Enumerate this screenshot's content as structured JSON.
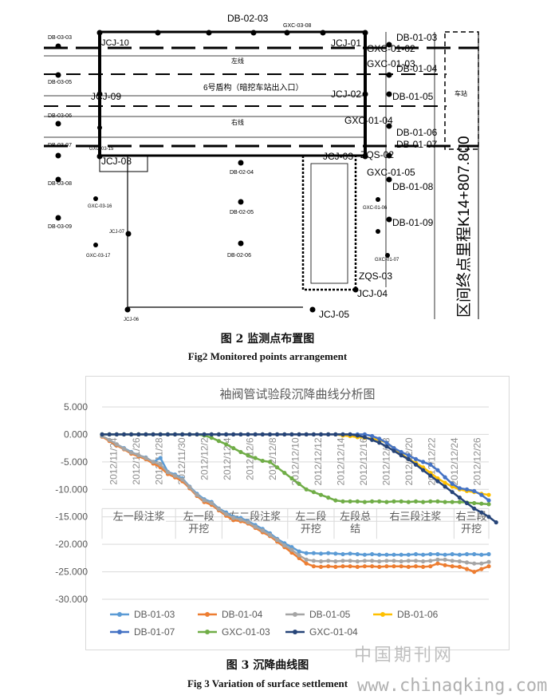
{
  "figure2": {
    "caption_cn": "图 2    监测点布置图",
    "caption_en": "Fig2 Monitored points arrangement",
    "mileage_label": "区间终点里程K14+807.800",
    "labels": {
      "db_02_03": "DB-02-03",
      "gxc_03_08": "GXC-03-08",
      "jcj_10": "JCJ-10",
      "jcj_01": "JCJ-01",
      "db_01_03": "DB-01-03",
      "gxc_01_02": "GXC-01-02",
      "gxc_01_03": "GXC-01-03",
      "db_01_04": "DB-01-04",
      "jcj_09": "JCJ-09",
      "jcj_02": "JCJ-02",
      "db_01_05": "DB-01-05",
      "gxc_01_04": "GXC-01-04",
      "db_01_06": "DB-01-06",
      "db_01_07": "DB-01-07",
      "jcj_08": "JCJ-08",
      "jcj_03": "JCJ-03",
      "zqs_02": "ZQS-02",
      "gxc_01_05": "GXC-01-05",
      "db_01_08": "DB-01-08",
      "db_01_09": "DB-01-09",
      "zqs_03": "ZQS-03",
      "jcj_04": "JCJ-04",
      "jcj_05": "JCJ-05",
      "db_03_03": "DB-03-03",
      "db_03_05": "DB-03-05",
      "db_03_06": "DB-03-06",
      "db_03_07": "DB-03-07",
      "db_03_08": "DB-03-08",
      "db_03_09": "DB-03-09",
      "db_02_04": "DB-02-04",
      "db_02_05": "DB-02-05",
      "db_02_06": "DB-02-06",
      "gxc_03_15": "GXC-03-15",
      "gxc_03_16": "GXC-03-16",
      "gxc_03_17": "GXC-03-17",
      "jcj_07": "JCJ-07",
      "jcj_06": "JCJ-06",
      "gxc_01_06": "GXC-01-06",
      "gxc_01_07": "GXC-01-07",
      "left_line": "左线",
      "right_line": "右线",
      "station": "6号盾构（暗挖车站出入口）",
      "tunnel_end": "车站"
    }
  },
  "figure3": {
    "caption_cn": "图 3    沉降曲线图",
    "caption_en": "Fig 3 Variation of surface settlement"
  },
  "watermark": {
    "cn": "中国期刊网",
    "url": "www.chinaqking.com"
  },
  "colors": {
    "DB-01-03": "#5b9bd5",
    "DB-01-04": "#ed7d31",
    "DB-01-05": "#a5a5a5",
    "DB-01-06": "#ffc000",
    "DB-01-07": "#4472c4",
    "GXC-01-03": "#70ad47",
    "GXC-01-04": "#264478"
  },
  "chart_data": {
    "type": "line",
    "title": "袖阀管试验段沉降曲线分析图",
    "ylim": [
      -30,
      5
    ],
    "yticks": [
      "5.000",
      "0.000",
      "-5.000",
      "-10.000",
      "-15.000",
      "-20.000",
      "-25.000",
      "-30.000"
    ],
    "x_tick_labels": [
      "2012/11/24",
      "2012/11/26",
      "2012/11/28",
      "2012/11/30",
      "2012/12/2",
      "2012/12/4",
      "2012/12/6",
      "2012/12/8",
      "2012/12/10",
      "2012/12/12",
      "2012/12/14",
      "2012/12/16",
      "2012/12/18",
      "2012/12/20",
      "2012/12/22",
      "2012/12/24",
      "2012/12/26"
    ],
    "phases": [
      {
        "line1": "左一段注浆",
        "line2": ""
      },
      {
        "line1": "左一段",
        "line2": "开挖"
      },
      {
        "line1": "左二段注浆",
        "line2": ""
      },
      {
        "line1": "左二段",
        "line2": "开挖"
      },
      {
        "line1": "左段总",
        "line2": "结"
      },
      {
        "line1": "右三段注浆",
        "line2": ""
      },
      {
        "line1": "右三段",
        "line2": "开挖"
      }
    ],
    "grid": true,
    "legend_position": "bottom",
    "series": [
      {
        "name": "DB-01-03",
        "values": [
          -0.3,
          -1.0,
          -1.8,
          -2.5,
          -3.2,
          -3.8,
          -4.2,
          -5.0,
          -4.3,
          -6.8,
          -7.3,
          -8.0,
          -9.5,
          -10.8,
          -11.8,
          -12.3,
          -13.5,
          -14.2,
          -15.0,
          -15.2,
          -15.8,
          -16.5,
          -17.2,
          -18.0,
          -19.0,
          -19.8,
          -20.5,
          -21.3,
          -21.6,
          -21.6,
          -21.7,
          -21.6,
          -21.7,
          -21.8,
          -21.7,
          -21.8,
          -21.9,
          -21.8,
          -21.9,
          -21.9,
          -21.9,
          -21.9,
          -21.9,
          -21.8,
          -21.9,
          -21.8,
          -21.8,
          -21.9,
          -21.8,
          -21.9,
          -21.8,
          -21.8,
          -21.9,
          -21.8
        ]
      },
      {
        "name": "DB-01-04",
        "values": [
          -0.4,
          -1.2,
          -2.0,
          -2.7,
          -3.5,
          -4.0,
          -4.5,
          -5.3,
          -6.0,
          -7.2,
          -7.8,
          -8.5,
          -9.8,
          -11.2,
          -12.3,
          -12.8,
          -13.8,
          -14.8,
          -15.6,
          -15.8,
          -16.2,
          -17.0,
          -17.8,
          -18.5,
          -19.5,
          -20.5,
          -21.5,
          -22.5,
          -23.5,
          -24.0,
          -24.1,
          -24.0,
          -24.1,
          -24.0,
          -24.0,
          -24.1,
          -24.0,
          -24.0,
          -24.1,
          -24.0,
          -24.0,
          -24.0,
          -24.1,
          -24.0,
          -24.1,
          -24.0,
          -23.5,
          -23.8,
          -24.0,
          -24.1,
          -24.5,
          -25.0,
          -24.5,
          -24.0
        ]
      },
      {
        "name": "DB-01-05",
        "values": [
          -0.3,
          -1.0,
          -1.8,
          -2.6,
          -3.3,
          -3.8,
          -4.3,
          -5.0,
          -5.5,
          -6.9,
          -7.5,
          -8.2,
          -9.6,
          -11.0,
          -12.0,
          -12.5,
          -13.6,
          -14.5,
          -15.2,
          -15.5,
          -16.0,
          -16.8,
          -17.5,
          -18.3,
          -19.2,
          -20.2,
          -21.0,
          -22.0,
          -22.8,
          -23.0,
          -23.1,
          -23.0,
          -23.1,
          -23.0,
          -23.0,
          -23.1,
          -23.0,
          -23.0,
          -23.1,
          -23.0,
          -23.0,
          -23.1,
          -23.0,
          -23.0,
          -23.1,
          -23.0,
          -22.8,
          -22.8,
          -23.0,
          -23.1,
          -23.3,
          -23.5,
          -23.5,
          -23.2
        ]
      },
      {
        "name": "DB-01-06",
        "values": [
          0,
          0,
          0,
          0,
          0,
          0,
          0,
          0,
          0,
          0,
          0,
          0,
          0,
          0,
          0,
          0,
          0,
          0,
          0,
          0,
          0,
          0,
          0,
          0,
          0,
          0,
          0,
          0,
          0,
          0,
          0,
          0,
          0,
          -0.2,
          -0.3,
          -0.5,
          -0.6,
          -0.8,
          -1.0,
          -1.5,
          -2.5,
          -3.5,
          -4.5,
          -5.2,
          -6.0,
          -7.0,
          -8.0,
          -8.8,
          -9.5,
          -10.0,
          -10.3,
          -10.5,
          -10.8,
          -11.0
        ]
      },
      {
        "name": "DB-01-07",
        "values": [
          0,
          0,
          0,
          0,
          0,
          0,
          0,
          0,
          0,
          0,
          0,
          0,
          0,
          0,
          0,
          0,
          0,
          0,
          0,
          0,
          0,
          0,
          0,
          0,
          0,
          0,
          0,
          0,
          0,
          0,
          0,
          0,
          0,
          0,
          0,
          0,
          0,
          -0.3,
          -0.8,
          -1.5,
          -2.5,
          -3.2,
          -3.8,
          -4.5,
          -5.0,
          -5.5,
          -6.5,
          -7.8,
          -9.0,
          -9.8,
          -10.0,
          -10.3,
          -11.0,
          -12.0
        ]
      },
      {
        "name": "GXC-01-03",
        "values": [
          0,
          0,
          0,
          0,
          0,
          0,
          0,
          0,
          0,
          0,
          0,
          0,
          0,
          0,
          -0.2,
          -0.6,
          -1.2,
          -1.8,
          -2.5,
          -3.2,
          -3.8,
          -4.3,
          -4.8,
          -5.0,
          -6.0,
          -7.0,
          -8.0,
          -9.0,
          -10.0,
          -10.5,
          -11.0,
          -11.5,
          -12.0,
          -12.2,
          -12.2,
          -12.2,
          -12.3,
          -12.2,
          -12.2,
          -12.3,
          -12.2,
          -12.2,
          -12.3,
          -12.2,
          -12.3,
          -12.2,
          -12.2,
          -12.3,
          -12.3,
          -12.3,
          -12.4,
          -12.5,
          -12.6,
          -12.7
        ]
      },
      {
        "name": "GXC-01-04",
        "values": [
          0,
          0,
          0,
          0,
          0,
          0,
          0,
          0,
          0,
          0,
          0,
          0,
          0,
          0,
          0,
          0,
          0,
          0,
          0,
          0,
          0,
          0,
          0,
          0,
          0,
          0,
          0,
          0,
          0,
          0,
          0,
          0,
          0,
          0,
          0,
          -0.2,
          -0.5,
          -1.0,
          -1.5,
          -2.2,
          -3.0,
          -3.8,
          -4.5,
          -5.5,
          -6.5,
          -7.5,
          -8.5,
          -9.5,
          -10.5,
          -11.5,
          -12.5,
          -13.5,
          -14.2,
          -15.0,
          -16.0
        ]
      }
    ]
  }
}
